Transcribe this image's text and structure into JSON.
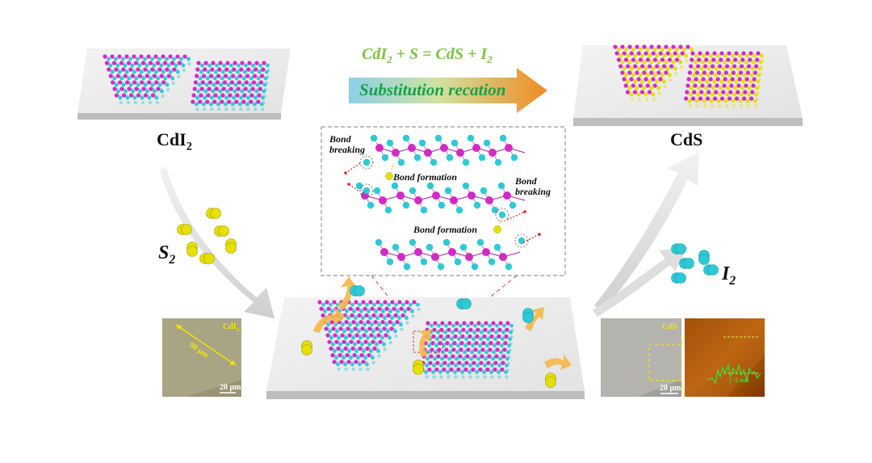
{
  "equation": {
    "parts": [
      "CdI",
      "2",
      " + S = CdS + I",
      "2"
    ]
  },
  "reaction_arrow": {
    "label": "Substitution recation"
  },
  "left_label": {
    "main": "CdI",
    "sub": "2"
  },
  "right_label": {
    "main": "CdS"
  },
  "s2_label": {
    "main": "S",
    "sub": "2"
  },
  "i2_label": {
    "main": "I",
    "sub": "2"
  },
  "inset": {
    "bond_breaking_1": "Bond breaking",
    "bond_formation_1": "Bond formation",
    "bond_breaking_2": "Bond breaking",
    "bond_formation_2": "Bond formation"
  },
  "micrograph_left": {
    "tag": "CdI",
    "tag_sub": "2",
    "length": "90 μm",
    "scale": "20 μm"
  },
  "micrograph_right": {
    "tag": "CdS",
    "scale": "20 μm",
    "afm_height": "~2 nm"
  },
  "colors": {
    "cd": "#d12bc6",
    "iodine": "#2fc9d6",
    "sulfur": "#e5e000",
    "arrow_gray": "#d6d6d6",
    "equation_green": "#7cc242",
    "reaction_text_green": "#17a24a",
    "arrow_orange": "#f08a24",
    "arrow_blue": "#8ecfe8"
  }
}
